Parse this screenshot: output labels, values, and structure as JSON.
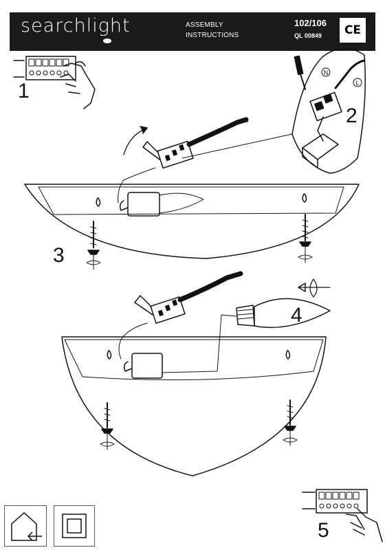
{
  "header": {
    "brand": "searchlight",
    "title_line1": "ASSEMBLY",
    "title_line2": "INSTRUCTIONS",
    "model": "102/106",
    "ref": "QL 00849",
    "ce_mark": "CE"
  },
  "steps": [
    "1",
    "2",
    "3",
    "4",
    "5"
  ],
  "wire_labels": {
    "neutral": "N",
    "live": "L"
  },
  "icons": [
    "terminal-block-icon",
    "screwdriver-icon",
    "indoor-use-icon",
    "double-insulation-icon"
  ]
}
